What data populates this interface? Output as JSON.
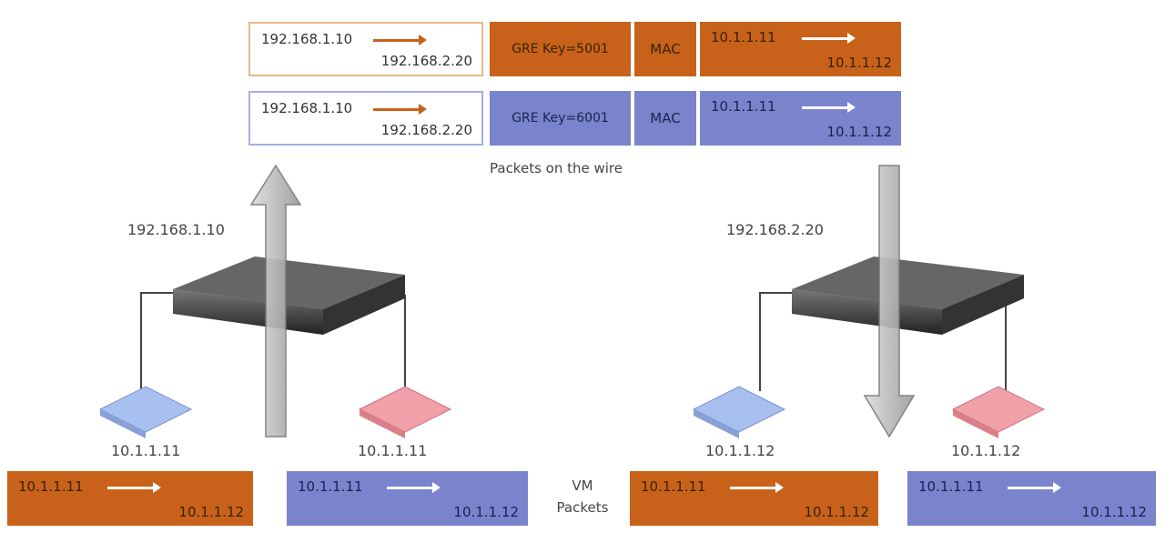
{
  "wire_packets": [
    {
      "outer_src": "192.168.1.10",
      "outer_dst": "192.168.2.20",
      "gre": "GRE Key=5001",
      "mac": "MAC",
      "inner_src": "10.1.1.11",
      "inner_dst": "10.1.1.12",
      "color": "#c8621a"
    },
    {
      "outer_src": "192.168.1.10",
      "outer_dst": "192.168.2.20",
      "gre": "GRE Key=6001",
      "mac": "MAC",
      "inner_src": "10.1.1.11",
      "inner_dst": "10.1.1.12",
      "color": "#7a84cc"
    }
  ],
  "wire_caption": "Packets on the wire",
  "hosts": {
    "left": "192.168.1.10",
    "right": "192.168.2.20"
  },
  "vms": [
    {
      "ip": "10.1.1.11",
      "color": "blue"
    },
    {
      "ip": "10.1.1.11",
      "color": "red"
    },
    {
      "ip": "10.1.1.12",
      "color": "blue"
    },
    {
      "ip": "10.1.1.12",
      "color": "red"
    }
  ],
  "vm_packets": [
    {
      "src": "10.1.1.11",
      "dst": "10.1.1.12",
      "color": "#c8621a"
    },
    {
      "src": "10.1.1.11",
      "dst": "10.1.1.12",
      "color": "#7a84cc"
    },
    {
      "src": "10.1.1.11",
      "dst": "10.1.1.12",
      "color": "#c8621a"
    },
    {
      "src": "10.1.1.11",
      "dst": "10.1.1.12",
      "color": "#7a84cc"
    }
  ],
  "vm_packets_caption": [
    "VM",
    "Packets"
  ]
}
